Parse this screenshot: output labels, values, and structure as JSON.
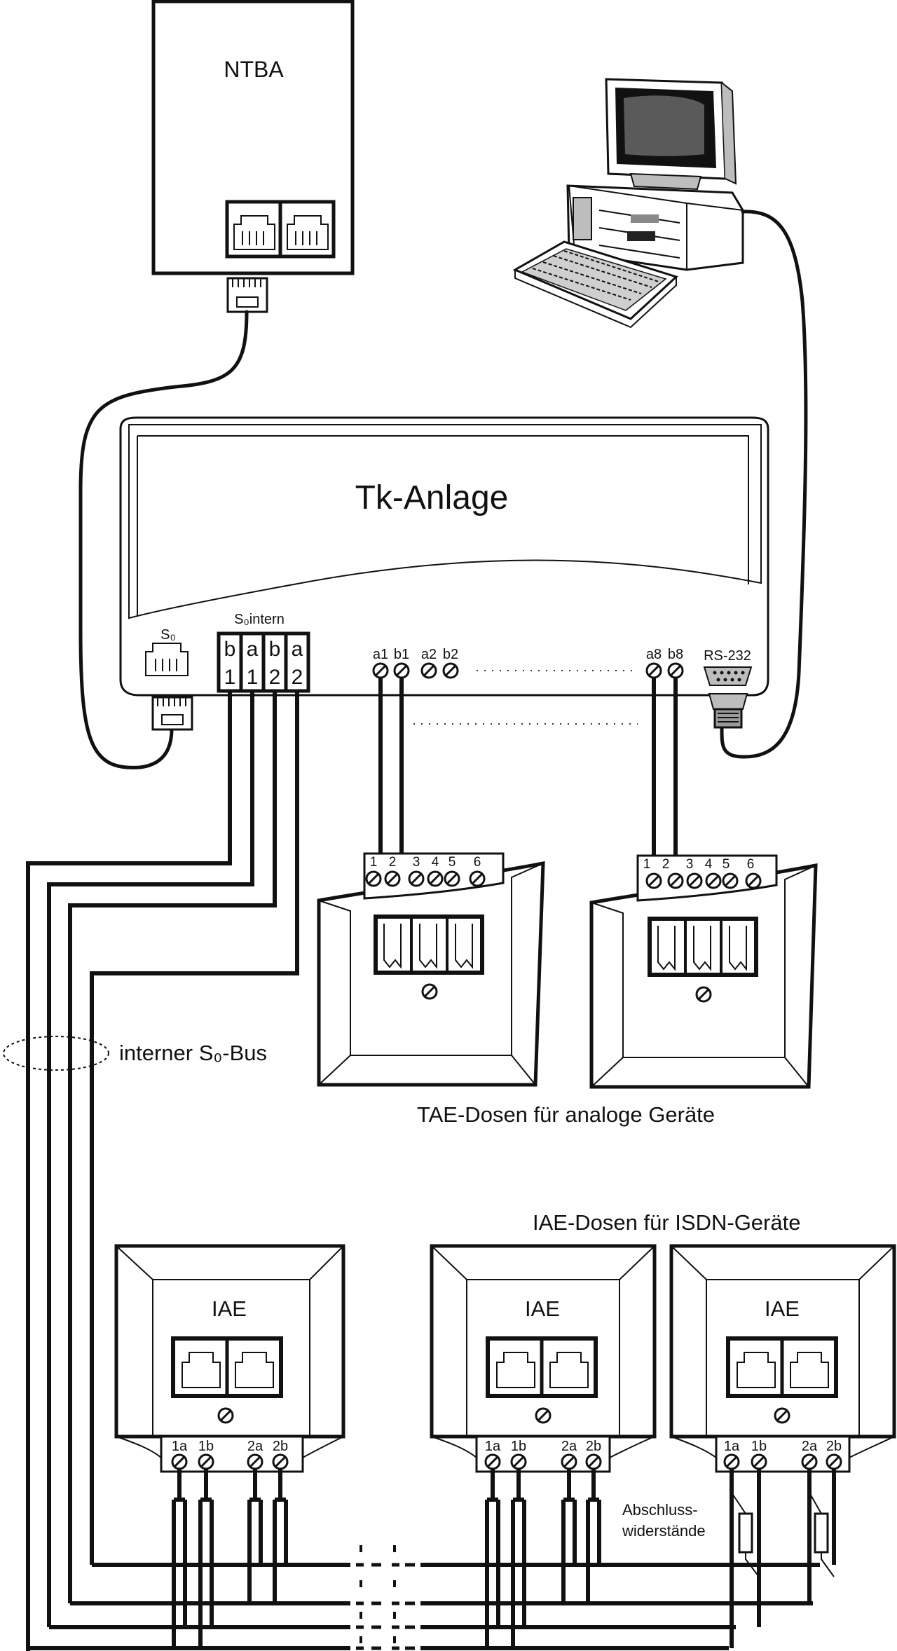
{
  "ntba": {
    "label": "NTBA"
  },
  "pbx": {
    "title": "Tk-Anlage",
    "s0_label": "S₀",
    "s0_intern_label": "S₀intern",
    "s0_intern_terminals": [
      "b",
      "a",
      "b",
      "a"
    ],
    "s0_intern_numbers": [
      "1",
      "1",
      "2",
      "2"
    ],
    "analog_ports_left": [
      "a1",
      "b1",
      "a2",
      "b2"
    ],
    "analog_ports_right": [
      "a8",
      "b8"
    ],
    "serial_label": "RS-232"
  },
  "bus": {
    "label": "interner S₀-Bus"
  },
  "tae": {
    "caption": "TAE-Dosen für analoge Geräte",
    "terminal_numbers": [
      "1",
      "2",
      "3",
      "4",
      "5",
      "6"
    ]
  },
  "iae": {
    "caption": "IAE-Dosen für ISDN-Geräte",
    "box_label": "IAE",
    "terminal_labels": [
      "1a",
      "1b",
      "2a",
      "2b"
    ],
    "terminator_label_line1": "Abschluss-",
    "terminator_label_line2": "widerstände"
  }
}
